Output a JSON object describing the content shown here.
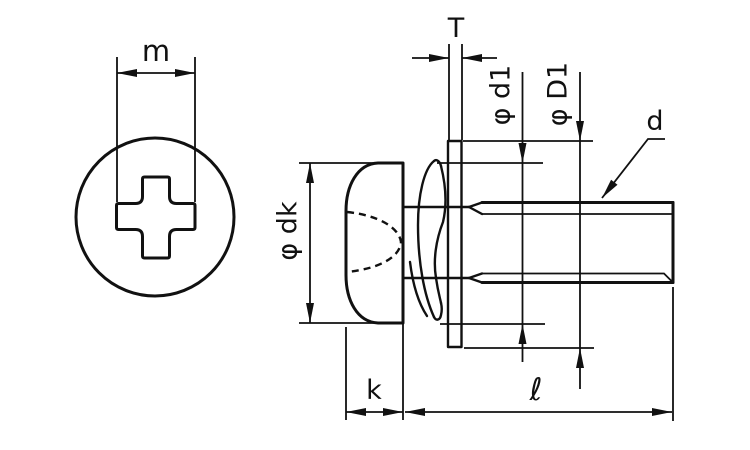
{
  "figure": {
    "type": "technical-drawing",
    "subject": "phillips-pan-head-screw-with-spring-washer-and-flat-washer",
    "views": [
      "head-front-view",
      "screw-side-view"
    ],
    "background_color": "#ffffff",
    "line_color": "#111111"
  },
  "labels": {
    "recess_width": "m",
    "washer_thickness": "T",
    "spring_washer_od": "φ d1",
    "flat_washer_od": "φ D1",
    "thread_diameter": "d",
    "head_diameter": "φ dk",
    "head_height": "k",
    "screw_length": "ℓ"
  }
}
